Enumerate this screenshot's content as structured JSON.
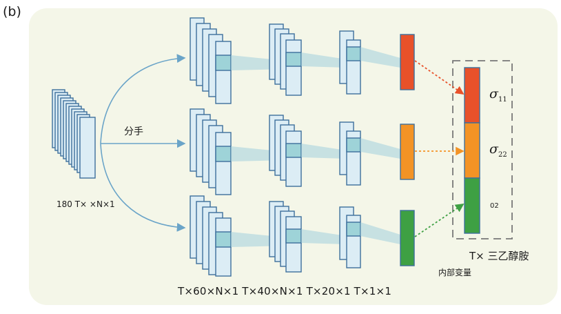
{
  "panel_label": "(b)",
  "split_label": "分手",
  "input_label": "180 T× ×N×1",
  "dims_label": "T×60×N×1 T×40×N×1 T×20×1 T×1×1",
  "output_label": "T× 三乙醇胺",
  "latent_label": "内部变量",
  "sigma_11": {
    "sym": "σ",
    "sub": "11"
  },
  "sigma_22": {
    "sym": "σ",
    "sub": "22"
  },
  "term_02": "02",
  "colors": {
    "panel_bg": "#f4f6e8",
    "layer_fill": "#dcedf5",
    "layer_stroke": "#3d6f9c",
    "band_fill": "#9ed3d8",
    "funnel": "#a9d3dd",
    "red": "#e8512a",
    "orange": "#f39325",
    "green": "#3ea043"
  }
}
